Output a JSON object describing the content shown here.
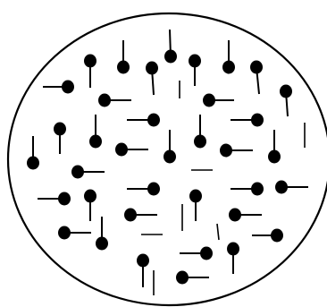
{
  "diagram": {
    "kind": "molecules-in-circle",
    "colors": {
      "background": "#ffffff",
      "stroke": "#000000",
      "dot": "#000000"
    },
    "molecule_count": 39,
    "loose_segment_count": 8
  }
}
